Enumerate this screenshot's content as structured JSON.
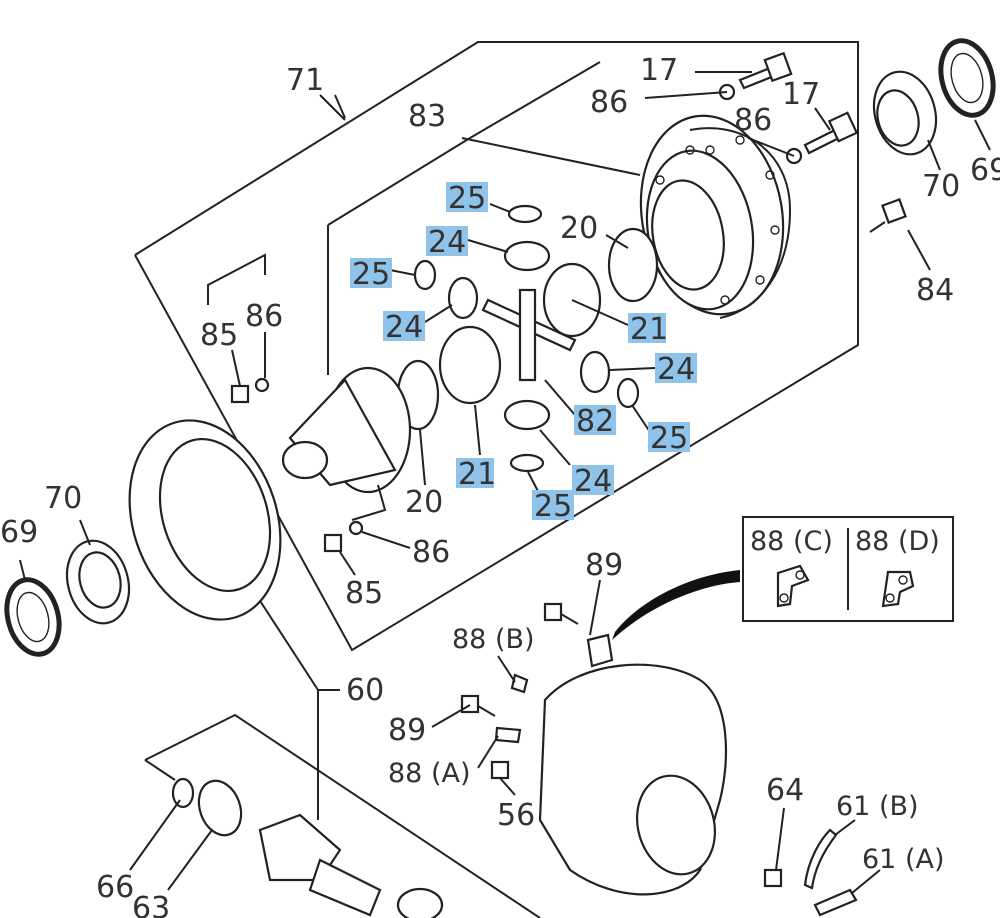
{
  "diagram": {
    "highlight_color": "#8fc3ea",
    "line_color": "#222222",
    "callouts": {
      "c71": "71",
      "c17a": "17",
      "c86a": "86",
      "c17b": "17",
      "c86b": "86",
      "c83": "83",
      "c70r": "70",
      "c69r": "69",
      "c84": "84",
      "c20a": "20",
      "c21a": "21",
      "c85a": "85",
      "c86c": "86",
      "c82": "82",
      "c21b": "21",
      "c20b": "20",
      "c86d": "86",
      "c85b": "85",
      "c70l": "70",
      "c69l": "69",
      "c60": "60",
      "c89a": "89",
      "c88b": "88 (B)",
      "c89b": "89",
      "c88a": "88 (A)",
      "c56": "56",
      "c64": "64",
      "c61b": "61 (B)",
      "c61a": "61 (A)",
      "c66": "66",
      "c63": "63",
      "c88c": "88 (C)",
      "c88d": "88 (D)"
    },
    "highlighted": {
      "h25a": "25",
      "h24a": "24",
      "h25b": "25",
      "h24b": "24",
      "h21": "21",
      "h24c": "24",
      "h82": "82",
      "h25c": "25",
      "h21b": "21",
      "h24d": "24",
      "h25d": "25"
    }
  }
}
